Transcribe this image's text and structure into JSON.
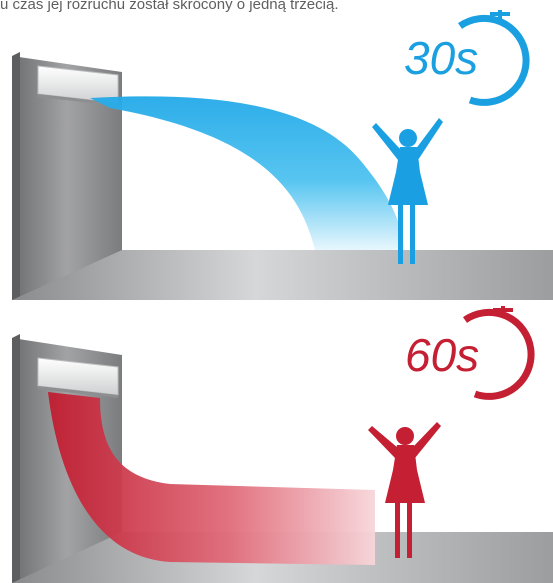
{
  "caption": "u czas jej rozruchu został skrócony o jedną trzecią.",
  "scenes": [
    {
      "timer_label": "30s",
      "color": "#1a9fe0",
      "flow_color": "#2bb0ea"
    },
    {
      "timer_label": "60s",
      "color": "#c41f32",
      "flow_color": "#c8253a"
    }
  ],
  "colors": {
    "floor": "#9a9b9d",
    "wall": "#8e8f91",
    "unit": "#e8e8e8"
  },
  "icons": [
    "stopwatch-icon",
    "air-conditioner-icon",
    "person-silhouette-icon"
  ]
}
